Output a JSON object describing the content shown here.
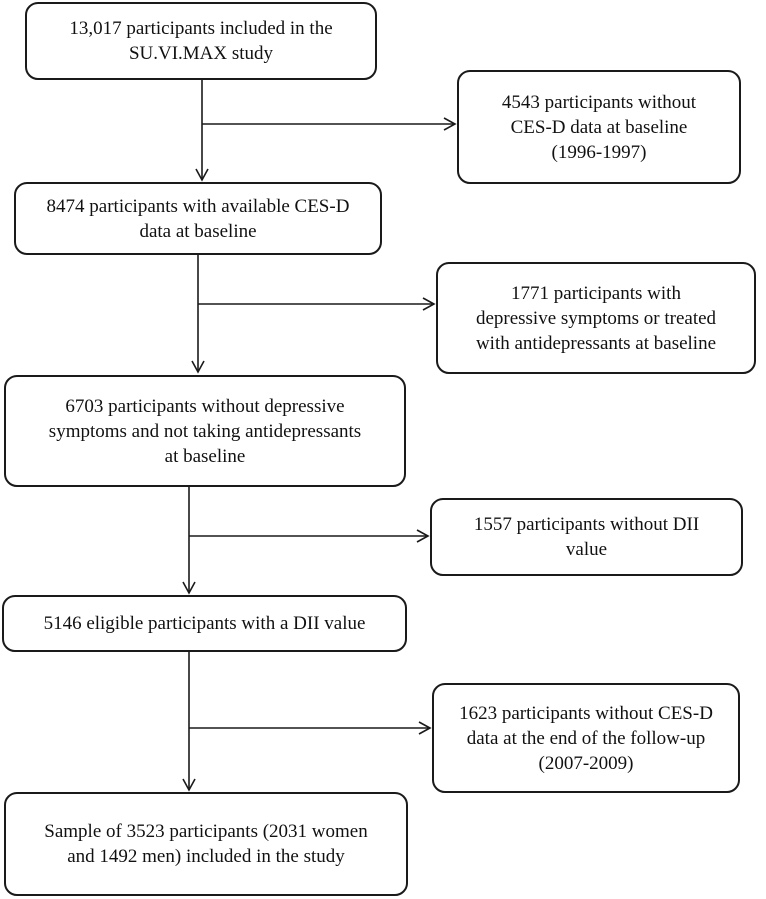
{
  "main_steps": [
    "13,017 participants included in the\nSU.VI.MAX study",
    "8474 participants with available CES-D\ndata at baseline",
    "6703 participants without depressive\nsymptoms and not taking antidepressants\nat baseline",
    "5146 eligible participants with a DII value",
    "Sample of 3523 participants (2031 women\nand 1492 men) included in the study"
  ],
  "exclusions": [
    "4543 participants without\nCES-D data at baseline\n(1996-1997)",
    "1771 participants with\ndepressive symptoms or treated\nwith antidepressants at baseline",
    "1557 participants without DII\nvalue",
    "1623 participants without CES-D\ndata at the end of the follow-up\n(2007-2009)"
  ]
}
